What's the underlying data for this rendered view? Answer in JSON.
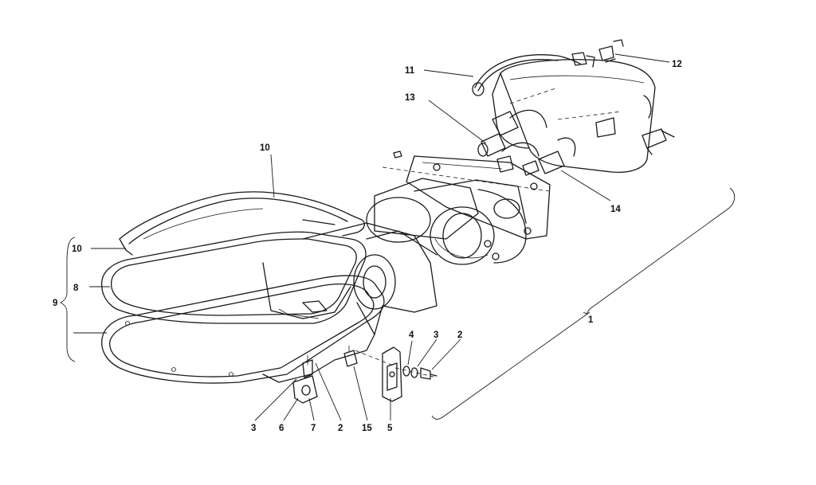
{
  "diagram": {
    "callouts": {
      "c1": "1",
      "c2_top": "2",
      "c3_top": "3",
      "c4": "4",
      "c5": "5",
      "c3_bottom": "3",
      "c6": "6",
      "c7": "7",
      "c2_bottom": "2",
      "c8": "8",
      "c9": "9",
      "c10_top": "10",
      "c10_left": "10",
      "c11": "11",
      "c12": "12",
      "c13": "13",
      "c14": "14",
      "c15": "15"
    }
  }
}
